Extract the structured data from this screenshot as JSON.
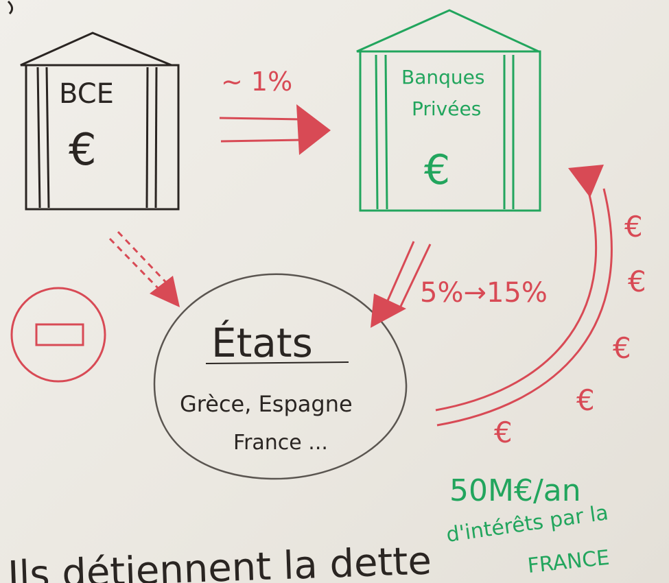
{
  "labels": {
    "bce": "BCE",
    "bce_euro": "€",
    "banks_line1": "Banques",
    "banks_line2": "Privées",
    "banks_euro": "€",
    "rate_bce_to_banks": "~ 1%",
    "rate_banks_to_states": "5%→15%",
    "states_title": "États",
    "states_line1": "Grèce, Espagne",
    "states_line2": "France ...",
    "interest_amount": "50M€/an",
    "interest_line2": "d'intérêts par la",
    "interest_line3": "FRANCE",
    "bottom_text": "Ils détiennent la dette",
    "flow_euro": "€"
  },
  "colors": {
    "ink_black": "#2a2522",
    "ink_red": "#d84a55",
    "ink_green": "#22a55d",
    "paper": "#eeebe5"
  },
  "icons": {
    "forbidden": "no-entry-icon",
    "bank_building": "bank-building-icon"
  }
}
